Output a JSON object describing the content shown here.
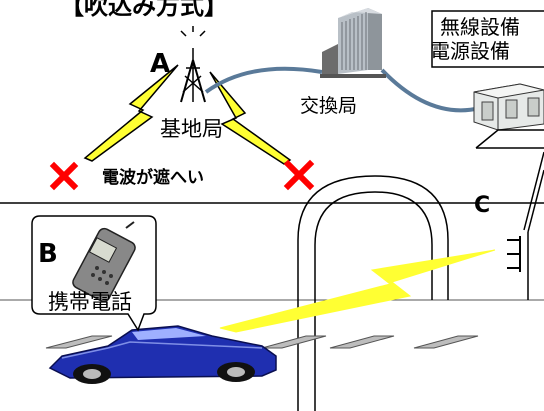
{
  "title": "【吹込み方式】",
  "labels": {
    "point_a": "A",
    "point_b": "B",
    "point_c": "C",
    "base_station": "基地局",
    "exchange": "交換局",
    "mobile_phone": "携帯電話",
    "blocked": "電波が遮へい",
    "facility_line1": "無線設備",
    "facility_line2": "電源設備"
  },
  "colors": {
    "radio_wave": "#ffff33",
    "blocked_mark": "#ff0000",
    "cable": "#5a7a99",
    "car": "#1f2fb0"
  }
}
